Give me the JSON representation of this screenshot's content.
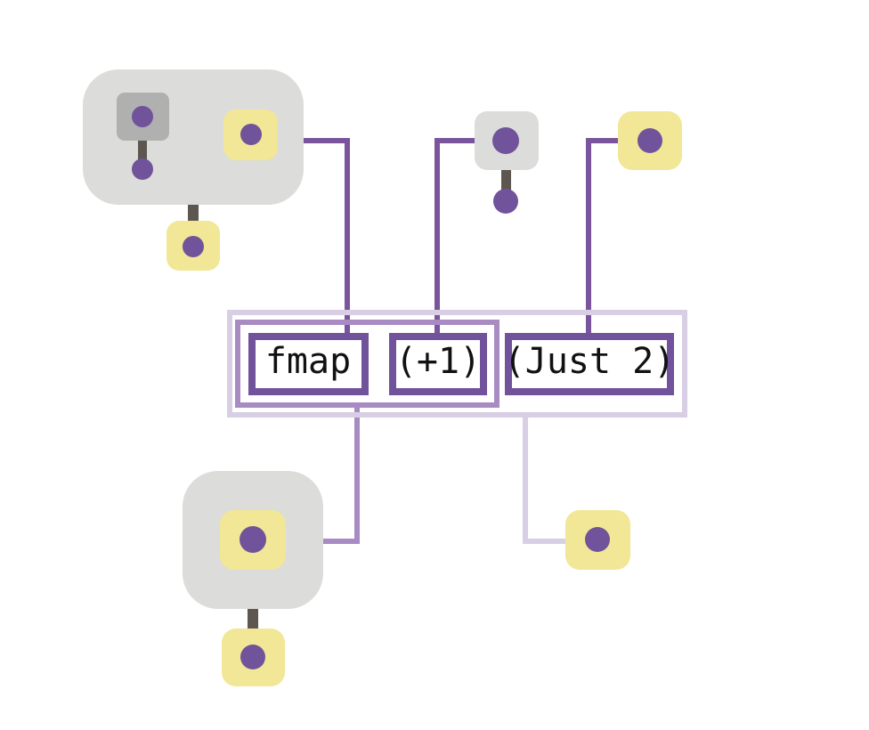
{
  "terms": [
    {
      "id": "fmap",
      "text": "fmap"
    },
    {
      "id": "plus1",
      "text": "(+1)"
    },
    {
      "id": "just2",
      "text": "(Just 2)"
    }
  ],
  "colors": {
    "wire_dark": "#7a559b",
    "wire_mid": "#a98bc4",
    "wire_light": "#d9cfe5",
    "node_gray": "#dcdcda",
    "node_gray_dark": "#b0b0b0",
    "port_yellow": "#f1e796",
    "port_dot": "#70539a",
    "stem": "#5e5750",
    "background": "#ffffff"
  },
  "icons": [
    "function-node-icon",
    "value-node-icon",
    "port-icon"
  ]
}
